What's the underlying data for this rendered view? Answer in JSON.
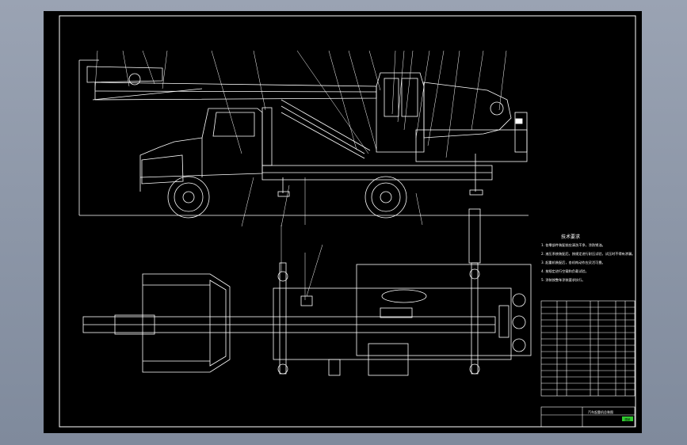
{
  "drawing": {
    "tech_req_title": "技术要求",
    "tech_req_lines": [
      "1. 各零部件装配前应清洗干净，涂防锈油。",
      "2. 液压系统装配后，按规定进行耐压试验，试压时不得有渗漏。",
      "3. 起重机装配后，各机构动作应灵活可靠。",
      "4. 按规定进行空载和负载试验。",
      "5. 涂装按整车涂装要求执行。"
    ],
    "title_block": {
      "name": "汽车起重机总装图",
      "stamp": "图纸"
    },
    "colors": {
      "line": "#ffffff",
      "background": "#000000",
      "stamp": "#2fc92f",
      "window": "#8c96a8"
    }
  }
}
